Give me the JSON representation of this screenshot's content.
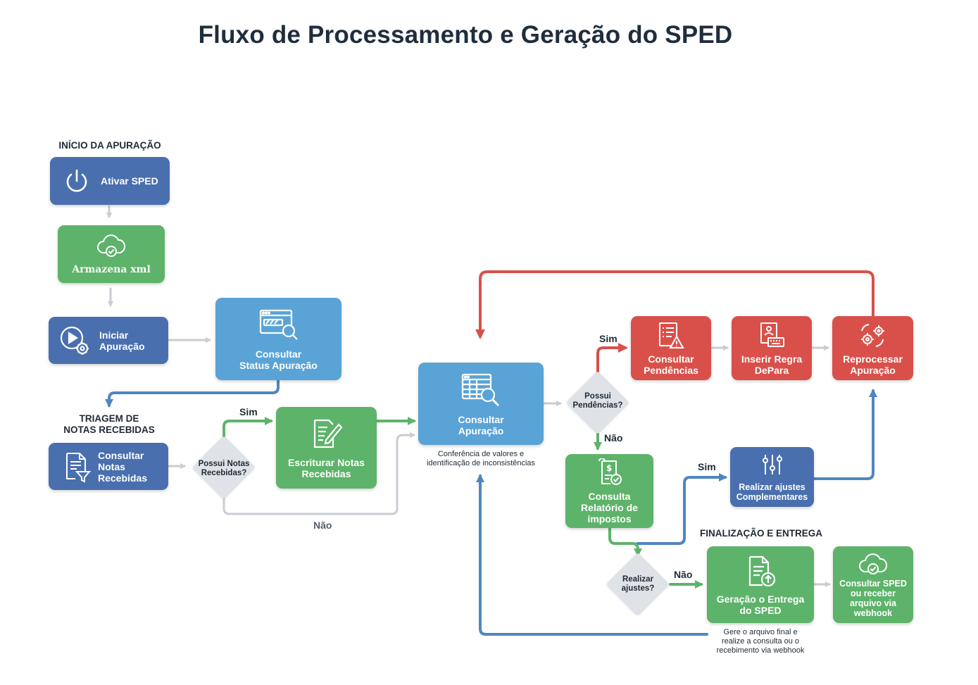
{
  "title": "Fluxo de Processamento e Geração do SPED",
  "sections": {
    "inicio": "INÍCIO DA APURAÇÃO",
    "triagem": "TRIAGEM DE\nNOTAS RECEBIDAS",
    "finalizacao": "FINALIZAÇÃO E ENTREGA"
  },
  "nodes": {
    "ativar_sped": "Ativar SPED",
    "armazena_xml": "Armazena xml",
    "iniciar_apuracao": "Iniciar\nApuração",
    "consultar_status": "Consultar\nStatus Apuração",
    "consultar_notas": "Consultar\nNotas\nRecebidas",
    "escriturar_notas": "Escriturar Notas\nRecebidas",
    "consultar_apuracao": "Consultar\nApuração",
    "consultar_pendencias": "Consultar\nPendências",
    "inserir_regra": "Inserir Regra\nDePara",
    "reprocessar": "Reprocessar\nApuração",
    "consulta_relatorio": "Consulta\nRelatório de\nimpostos",
    "realizar_ajustes_compl": "Realizar ajustes\nComplementares",
    "geracao_entrega": "Geração o Entrega\ndo SPED",
    "consultar_sped": "Consultar SPED\nou receber\narquivo via\nwebhook"
  },
  "decisions": {
    "possui_notas": "Possui Notas\nRecebidas?",
    "possui_pendencias": "Possui\nPendências?",
    "realizar_ajustes": "Realizar\najustes?"
  },
  "edge_labels": {
    "notas_sim": "Sim",
    "notas_nao": "Não",
    "pendencias_sim": "Sim",
    "pendencias_nao": "Não",
    "ajustes_sim": "Sim",
    "ajustes_nao": "Não"
  },
  "notes": {
    "apuracao": "Conferência de valores e\nidentificação de inconsistências",
    "entrega": "Gere o arquivo final e\nrealize a consulta ou o\nrecebimento via webhook"
  },
  "colors": {
    "navy": "#4a6fae",
    "sky": "#5aa3d6",
    "green": "#5db36a",
    "red": "#d9504a",
    "decision": "#dfe2e6",
    "edge_gray": "#c9ccd1",
    "edge_blue": "#4f86bf",
    "edge_green": "#5db36a",
    "edge_red": "#d9504a"
  },
  "icons": {
    "ativar_sped": "power-icon",
    "armazena_xml": "cloud-check-icon",
    "iniciar_apuracao": "play-gear-icon",
    "consultar_status": "browser-search-icon",
    "consultar_notas": "document-filter-icon",
    "escriturar_notas": "document-pen-icon",
    "consultar_apuracao": "table-search-icon",
    "consultar_pendencias": "list-warning-icon",
    "inserir_regra": "document-keyboard-icon",
    "reprocessar": "gears-refresh-icon",
    "consulta_relatorio": "receipt-check-icon",
    "realizar_ajustes_compl": "sliders-icon",
    "geracao_entrega": "document-upload-icon",
    "consultar_sped": "cloud-check-icon"
  }
}
